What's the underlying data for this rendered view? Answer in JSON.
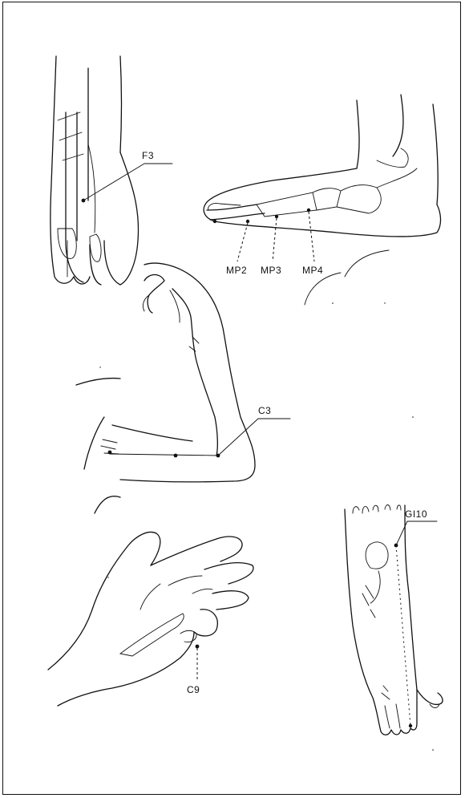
{
  "labels": {
    "f3": "F3",
    "mp2": "MP2",
    "mp3": "MP3",
    "mp4": "MP4",
    "c3": "C3",
    "c9": "C9",
    "gi10": "GI10"
  }
}
